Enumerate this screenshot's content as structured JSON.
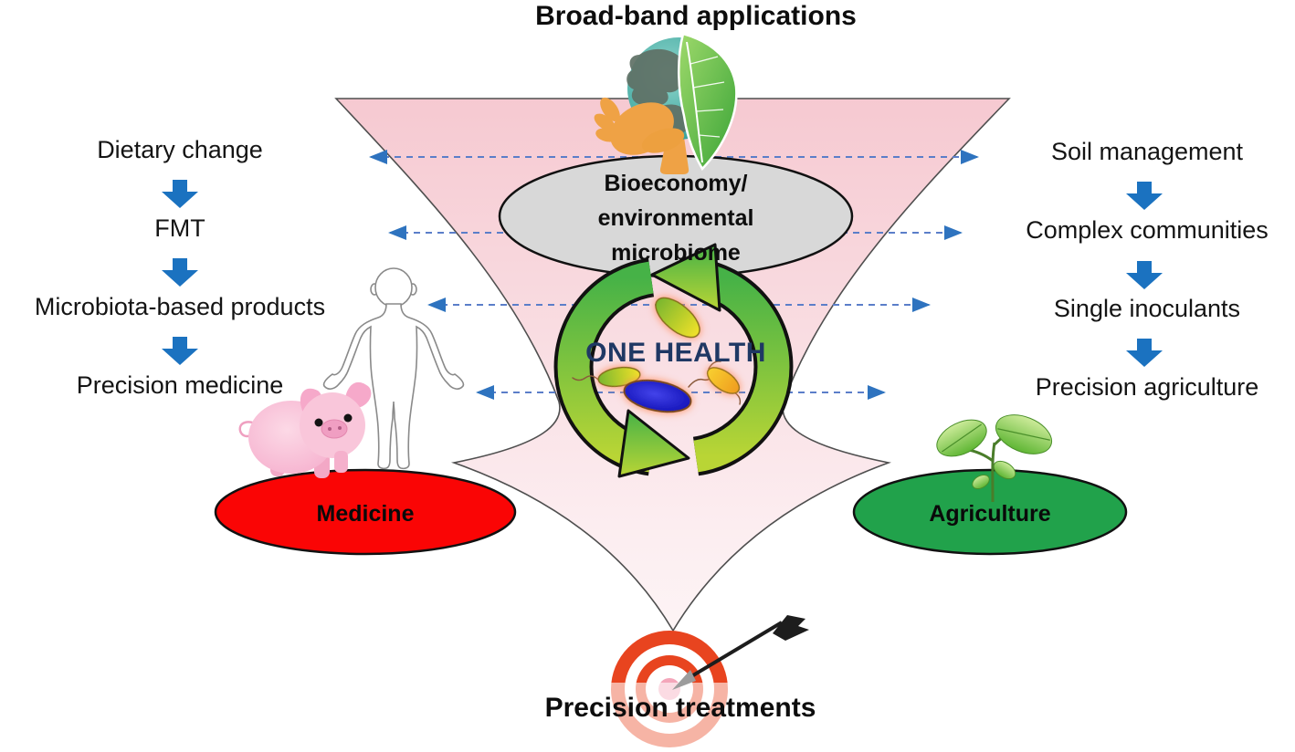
{
  "title": "Broad-band applications",
  "bottom_label": "Precision treatments",
  "funnel": {
    "bioeconomy_lines": [
      "Bioeconomy/",
      "environmental",
      "microbiome"
    ],
    "one_health": "ONE HEALTH"
  },
  "left_flow": {
    "items": [
      "Dietary change",
      "FMT",
      "Microbiota-based products",
      "Precision medicine"
    ],
    "domain_label": "Medicine"
  },
  "right_flow": {
    "items": [
      "Soil management",
      "Complex communities",
      "Single inoculants",
      "Precision agriculture"
    ],
    "domain_label": "Agriculture"
  },
  "icons": {
    "top": "globe-leaf-in-hand-icon",
    "center": "recycle-cycle-arrows-icon",
    "center_extra": "bacteria-icons",
    "left": [
      "human-outline-icon",
      "pig-icon"
    ],
    "right": "seedling-icon",
    "bottom": "target-with-dart-icon",
    "flow": "down-block-arrow-icon",
    "exchange": "dashed-double-arrow-icon"
  },
  "colors": {
    "flow_arrow_blue": "#1b72c0",
    "dashed_arrow_blue": "#5b7ec9",
    "dashed_arrowhead_blue": "#2e73bf",
    "funnel_pink": "#f6c9d1",
    "bioeconomy_gray": "#d8d8d8",
    "medicine_red": "#fa0505",
    "agriculture_green": "#21a24b",
    "one_health_navy": "#1f3864",
    "cycle_green": "#4db748",
    "target_red": "#e8441f"
  }
}
